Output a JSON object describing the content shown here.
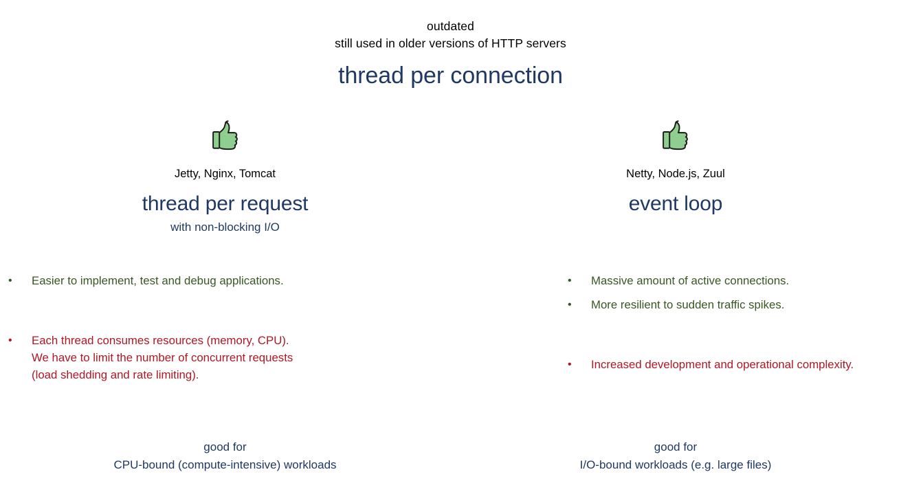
{
  "slide": {
    "background_color": "#ffffff",
    "title": {
      "kicker_line1": "outdated",
      "kicker_line2": "still used in older versions of HTTP servers",
      "main": "thread per connection"
    }
  },
  "colors": {
    "navy": "#1f3864",
    "pro_green": "#385723",
    "con_red": "#b01722",
    "black": "#000000",
    "thumb_fill": "#8fce8f",
    "thumb_stroke": "#1a1a1a"
  },
  "columns": [
    {
      "id": "thread-per-request",
      "icon": "thumbs-up-icon",
      "subtitle": "Jetty, Nginx, Tomcat",
      "title": "thread per request",
      "title_sub": "with non-blocking I/O",
      "pros": [
        "Easier to implement, test and debug applications."
      ],
      "cons": [
        "Each thread consumes resources (memory, CPU).\nWe have to limit the number of concurrent requests\n(load shedding and rate limiting)."
      ],
      "good_for_label": "good for",
      "good_for_value": "CPU-bound (compute-intensive) workloads"
    },
    {
      "id": "event-loop",
      "icon": "thumbs-up-icon",
      "subtitle": "Netty, Node.js, Zuul",
      "title": "event loop",
      "title_sub": "",
      "pros": [
        "Massive amount of active connections.",
        "More resilient to sudden traffic spikes."
      ],
      "cons": [
        "Increased development and operational complexity."
      ],
      "good_for_label": "good for",
      "good_for_value": "I/O-bound workloads (e.g. large files)"
    }
  ],
  "bullet_glyph": "•"
}
